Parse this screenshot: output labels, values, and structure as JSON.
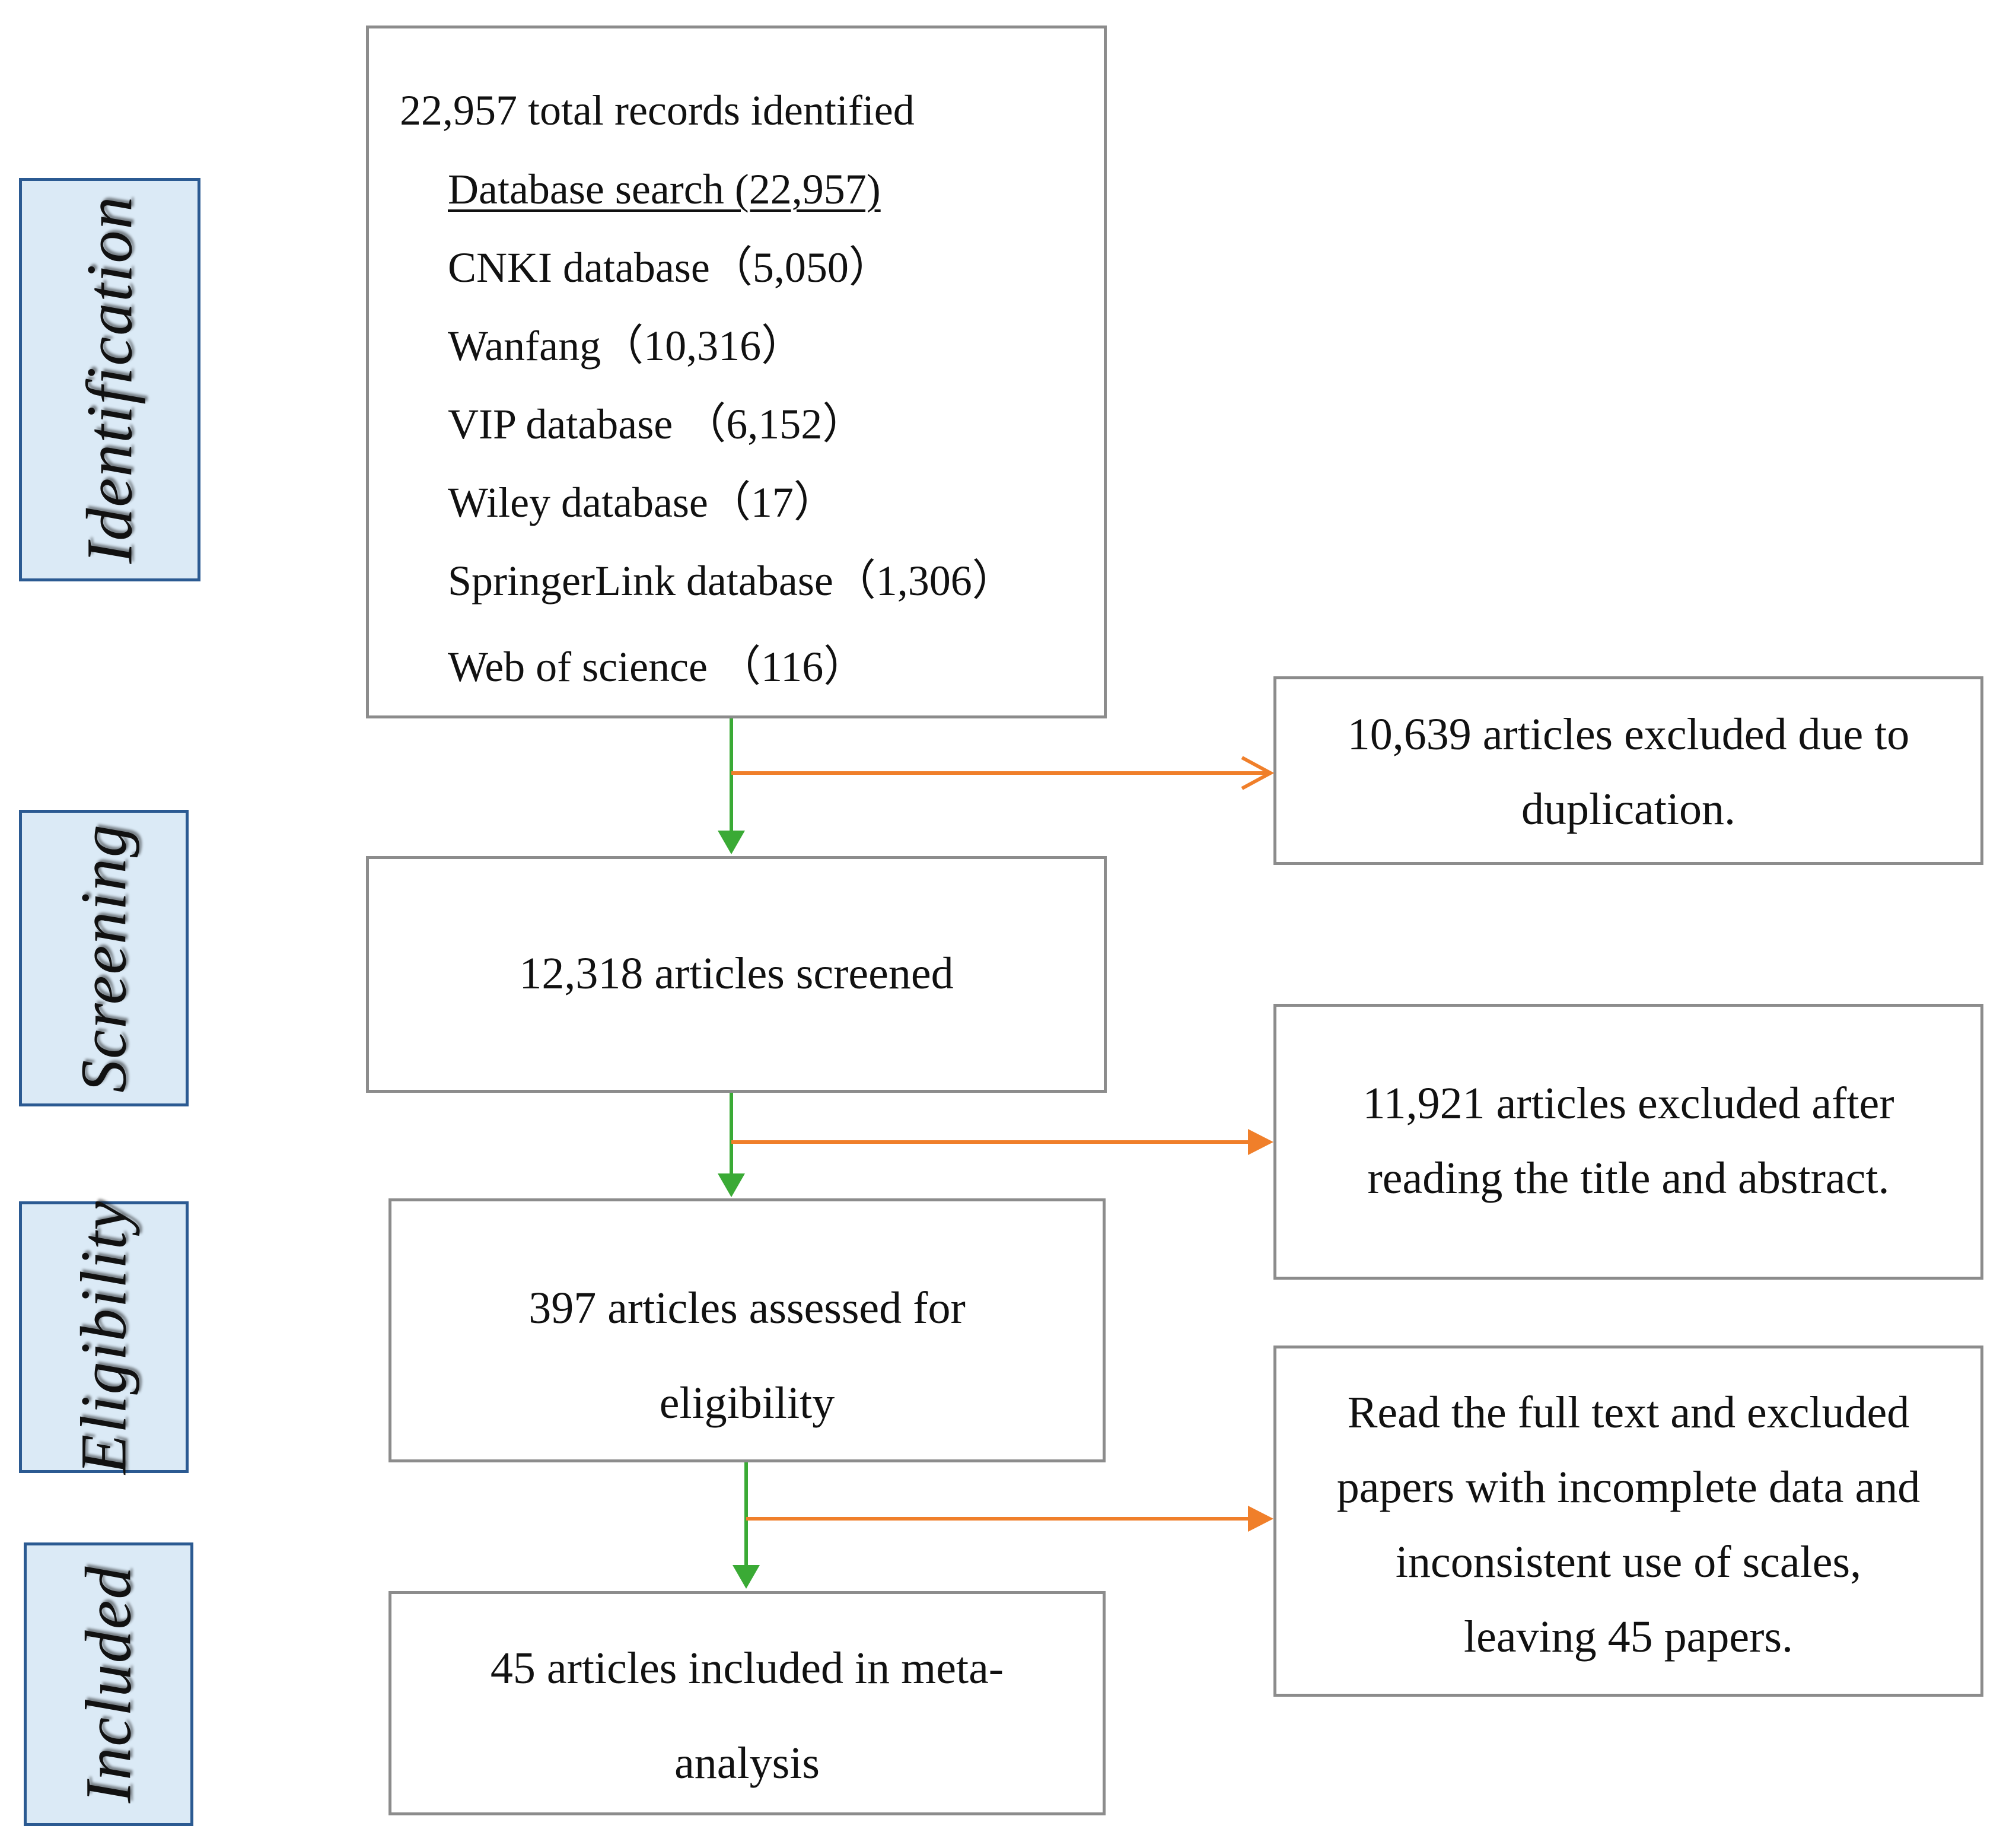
{
  "stages": {
    "identification": "Identification",
    "screening": "Screening",
    "eligibility": "Eligibility",
    "included": "Included"
  },
  "records_box": {
    "total": "22,957 total records identified",
    "database_search": "Database search (22,957)",
    "cnki": "CNKI database（5,050）",
    "wanfang": "Wanfang（10,316）",
    "vip": "VIP database （6,152）",
    "wiley": "Wiley database（17）",
    "springer": "SpringerLink database（1,306）",
    "wos": "Web of science （116）"
  },
  "screened_box": {
    "text": "12,318 articles screened"
  },
  "eligibility_box": {
    "line1": "397 articles assessed for",
    "line2": "eligibility"
  },
  "included_box": {
    "line1": "45 articles included in meta-",
    "line2": "analysis"
  },
  "excluded_duplicates": {
    "line1": "10,639 articles excluded due to",
    "line2": "duplication."
  },
  "excluded_title_abstract": {
    "line1": "11,921 articles excluded after",
    "line2": "reading the title and abstract."
  },
  "excluded_full_text": {
    "line1": "Read the full text and excluded",
    "line2": "papers with incomplete data and",
    "line3": "inconsistent use of scales,",
    "line4": "leaving 45 papers."
  },
  "colors": {
    "down_arrow": "#3aaa35",
    "side_arrow": "#f07f2a",
    "stage_fill": "#dbeaf6",
    "stage_border": "#2b5a92",
    "box_border": "#8c8c8c"
  }
}
